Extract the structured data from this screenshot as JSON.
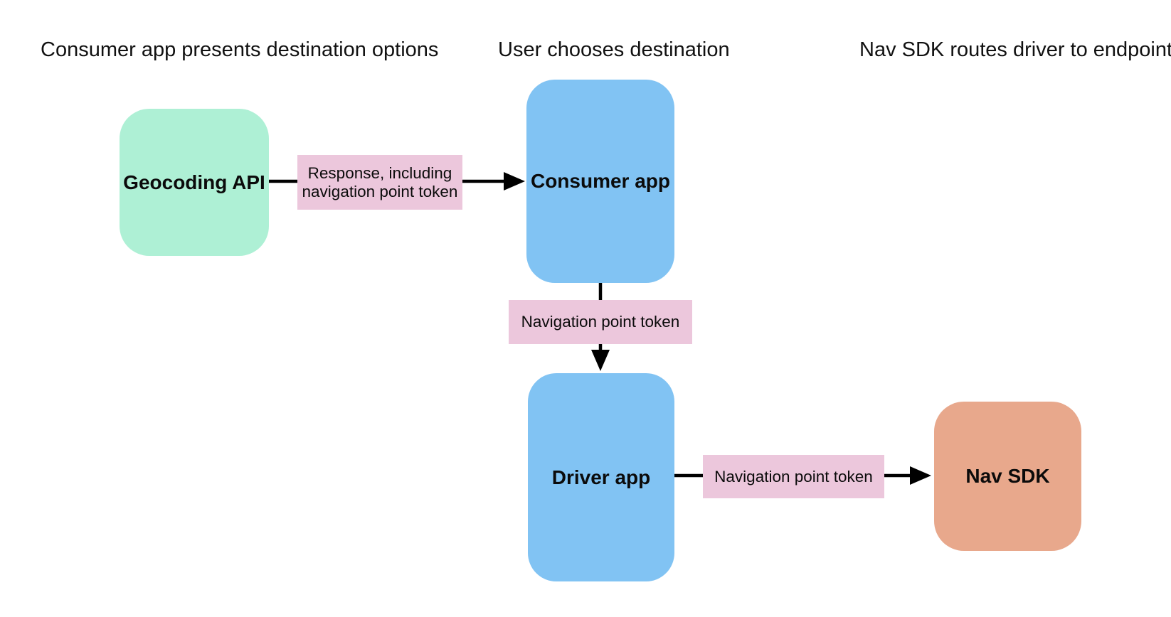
{
  "diagram": {
    "background_color": "#ffffff",
    "arrow_color": "#000000",
    "stage_labels": [
      "Consumer app presents destination options",
      "User chooses destination",
      "Nav SDK routes driver to endpoint"
    ],
    "nodes": [
      {
        "label": "Geocoding API",
        "color": "#aef0d5"
      },
      {
        "label": "Consumer app",
        "color": "#81c3f3"
      },
      {
        "label": "Driver app",
        "color": "#81c3f3"
      },
      {
        "label": "Nav SDK",
        "color": "#e8a88c"
      }
    ],
    "edge_labels": [
      {
        "text": "Response, including navigation point token",
        "color": "#ecc7dc"
      },
      {
        "text": "Navigation point token",
        "color": "#ecc7dc"
      },
      {
        "text": "Navigation point token",
        "color": "#ecc7dc"
      }
    ]
  }
}
